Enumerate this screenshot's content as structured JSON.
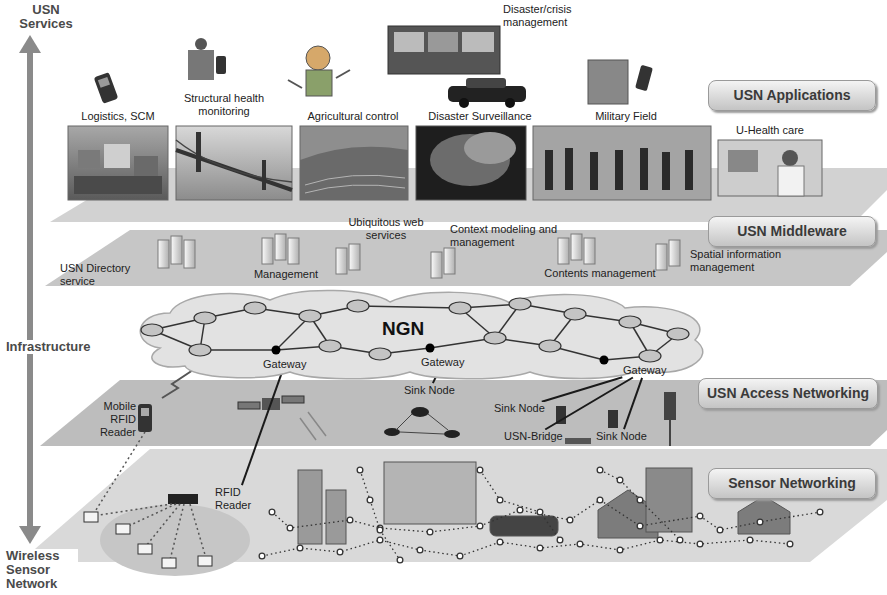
{
  "diagram": {
    "nodes": [
      {
        "text": [
          "USN Applications"
        ]
      },
      {
        "text": [
          "USN Middleware"
        ]
      },
      {
        "text": [
          "NGN"
        ]
      },
      {
        "text": [
          "Gateway"
        ]
      },
      {
        "text": [
          "Gateway"
        ]
      },
      {
        "text": [
          "Gateway"
        ]
      },
      {
        "text": [
          "USN Access Networking"
        ]
      },
      {
        "text": [
          "Sink Node"
        ]
      },
      {
        "text": [
          "Sink Node"
        ]
      },
      {
        "text": [
          "USN-Bridge"
        ]
      },
      {
        "text": [
          "Sink Node"
        ]
      },
      {
        "text": [
          "RFID Reader"
        ]
      },
      {
        "text": [
          "Sensor Networking"
        ]
      }
    ],
    "edges": [
      {
        "from": 11,
        "to": 3,
        "arrow": "none"
      },
      {
        "from": 7,
        "to": 4,
        "arrow": "none"
      },
      {
        "from": 8,
        "to": 5,
        "arrow": "none"
      },
      {
        "from": 9,
        "to": 5,
        "arrow": "none"
      },
      {
        "from": 10,
        "to": 5,
        "arrow": "none"
      }
    ],
    "labels": [
      "USN Services",
      "Disaster/crisis management",
      "Structural health monitoring",
      "Logistics, SCM",
      "Agricultural control",
      "Disaster Surveillance",
      "Military Field",
      "U-Health care",
      "Ubiquitous web services",
      "Context modeling and management",
      "USN Directory service",
      "Management",
      "Contents management",
      "Spatial information management",
      "Infrastructure",
      "Mobile RFID Reader",
      "Wireless Sensor Network"
    ]
  }
}
